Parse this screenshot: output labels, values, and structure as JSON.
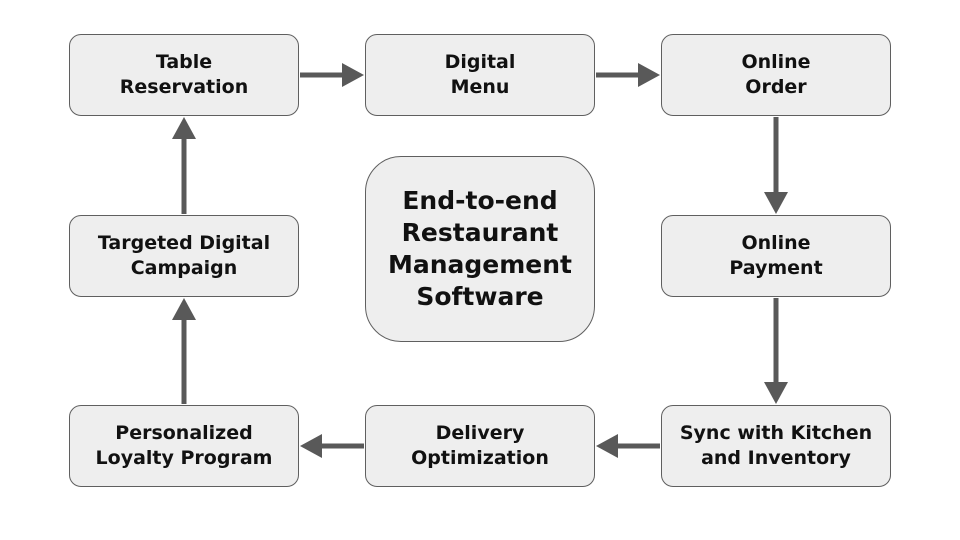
{
  "colors": {
    "node_fill": "#eeeeee",
    "node_border": "#5f5f5f",
    "arrow": "#595959",
    "text": "#111111"
  },
  "center": {
    "lines": [
      "End-to-end",
      "Restaurant",
      "Management",
      "Software"
    ]
  },
  "nodes": [
    {
      "id": "table-reservation",
      "lines": [
        "Table",
        "Reservation"
      ]
    },
    {
      "id": "digital-menu",
      "lines": [
        "Digital",
        "Menu"
      ]
    },
    {
      "id": "online-order",
      "lines": [
        "Online",
        "Order"
      ]
    },
    {
      "id": "online-payment",
      "lines": [
        "Online",
        "Payment"
      ]
    },
    {
      "id": "sync-kitchen-inventory",
      "lines": [
        "Sync with Kitchen",
        "and Inventory"
      ]
    },
    {
      "id": "delivery-optimization",
      "lines": [
        "Delivery",
        "Optimization"
      ]
    },
    {
      "id": "personalized-loyalty",
      "lines": [
        "Personalized",
        "Loyalty Program"
      ]
    },
    {
      "id": "targeted-campaign",
      "lines": [
        "Targeted Digital",
        "Campaign"
      ]
    }
  ],
  "edges": [
    {
      "from": "table-reservation",
      "to": "digital-menu"
    },
    {
      "from": "digital-menu",
      "to": "online-order"
    },
    {
      "from": "online-order",
      "to": "online-payment"
    },
    {
      "from": "online-payment",
      "to": "sync-kitchen-inventory"
    },
    {
      "from": "sync-kitchen-inventory",
      "to": "delivery-optimization"
    },
    {
      "from": "delivery-optimization",
      "to": "personalized-loyalty"
    },
    {
      "from": "personalized-loyalty",
      "to": "targeted-campaign"
    },
    {
      "from": "targeted-campaign",
      "to": "table-reservation"
    }
  ]
}
